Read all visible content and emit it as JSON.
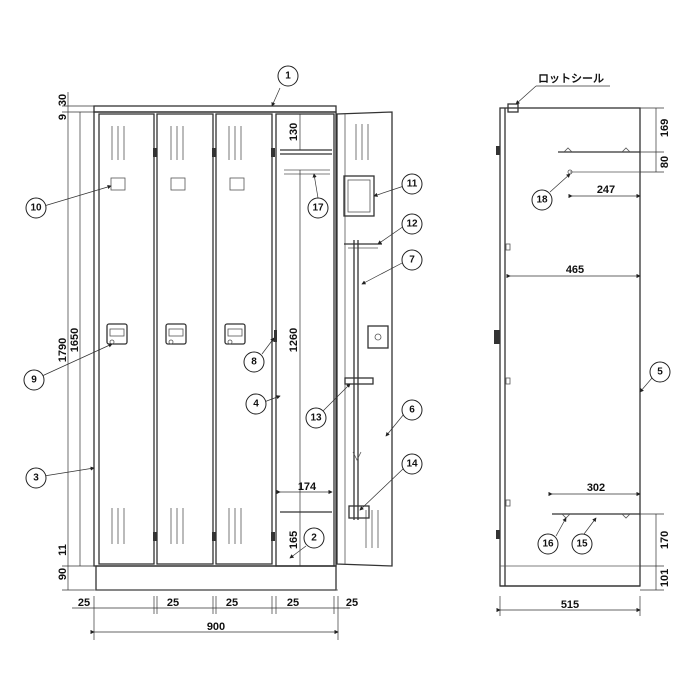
{
  "front_view": {
    "dims": {
      "top_30": "30",
      "top_9": "9",
      "height_1790": "1790",
      "height_1650": "1650",
      "bottom_90": "90",
      "bottom_11": "11",
      "door_130": "130",
      "door_1260": "1260",
      "door_165": "165",
      "width_174": "174",
      "gap_25_a": "25",
      "gap_25_b": "25",
      "gap_25_c": "25",
      "gap_25_d": "25",
      "gap_25_e": "25",
      "width_900": "900"
    },
    "callouts": {
      "c1": "1",
      "c2": "2",
      "c3": "3",
      "c4": "4",
      "c6": "6",
      "c7": "7",
      "c8": "8",
      "c9": "9",
      "c10": "10",
      "c11": "11",
      "c12": "12",
      "c13": "13",
      "c14": "14",
      "c17": "17"
    }
  },
  "side_view": {
    "label_seal": "ロットシール",
    "dims": {
      "top_169": "169",
      "top_80": "80",
      "shelf_247": "247",
      "depth_465": "465",
      "shelf_302": "302",
      "bottom_170": "170",
      "bottom_101": "101",
      "depth_515": "515"
    },
    "callouts": {
      "c5": "5",
      "c15": "15",
      "c16": "16",
      "c18": "18"
    }
  }
}
